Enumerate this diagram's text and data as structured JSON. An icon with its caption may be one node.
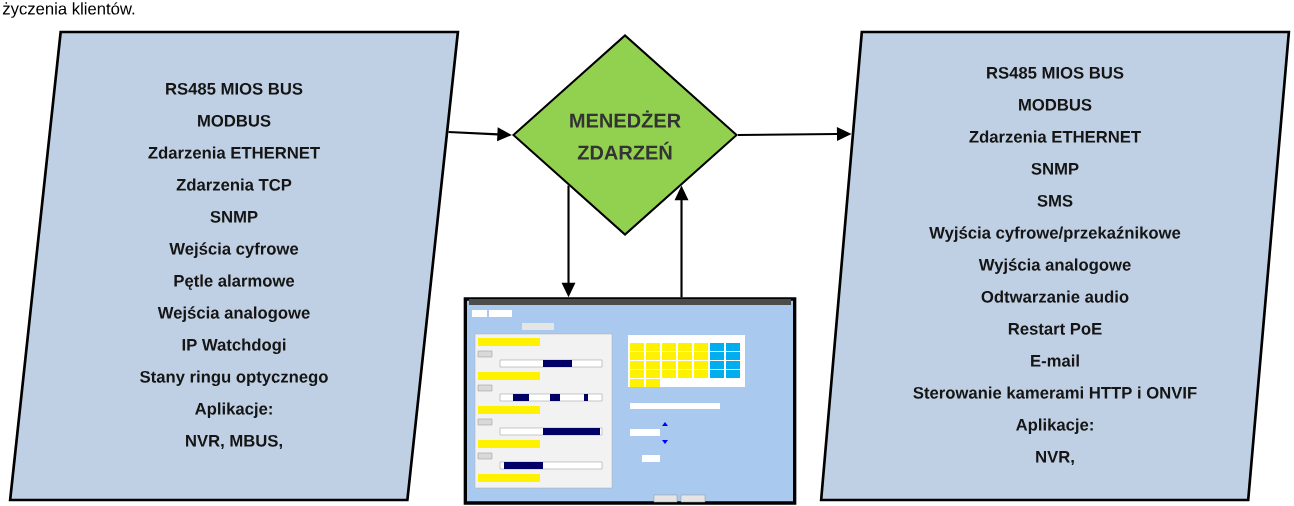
{
  "diagram": {
    "nodes": [
      {
        "text": [
          "RS485 MIOS BUS",
          "MODBUS",
          "Zdarzenia ETHERNET",
          "Zdarzenia TCP",
          "SNMP",
          "Wejścia cyfrowe",
          "Pętle alarmowe",
          "Wejścia analogowe",
          "IP Watchdogi",
          "Stany ringu optycznego",
          "Aplikacje:",
          "NVR, MBUS,"
        ]
      },
      {
        "text": [
          "MENEDŻER ZDARZEŃ"
        ]
      },
      {
        "text": [
          "RS485 MIOS BUS",
          "MODBUS",
          "Zdarzenia ETHERNET",
          "SNMP",
          "SMS",
          "Wyjścia cyfrowe/przekaźnikowe",
          "Wyjścia analogowe",
          "Odtwarzanie audio",
          "Restart PoE",
          "E-mail",
          "Sterowanie kamerami HTTP i ONVIF",
          "Aplikacje:",
          "NVR,"
        ]
      },
      {
        "text": [],
        "shape": "picture"
      }
    ],
    "edges": [
      {
        "from": 0,
        "to": 1,
        "arrow": "to"
      },
      {
        "from": 1,
        "to": 2,
        "arrow": "to"
      },
      {
        "from": 1,
        "to": 3,
        "arrow": "to"
      },
      {
        "from": 3,
        "to": 1,
        "arrow": "to"
      }
    ],
    "labels": [
      "życzenia klientów."
    ]
  }
}
